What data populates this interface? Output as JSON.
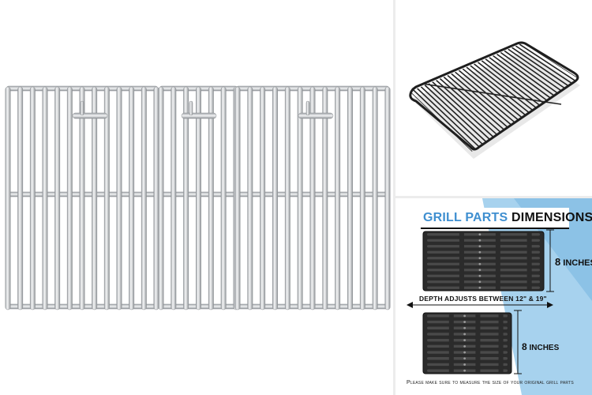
{
  "dimensions_panel": {
    "title_part1": "GRILL PARTS",
    "title_part2": "DIMENSIONS",
    "top_height_value": "8",
    "top_height_unit": "INCHES",
    "depth_note": "DEPTH ADJUSTS BETWEEN 12\" & 19\"",
    "bottom_height_value": "8",
    "bottom_height_unit": "INCHES",
    "footer_note": "Please make sure to measure the size of your original grill parts"
  },
  "colors": {
    "steel": "#c8cacc",
    "cast_iron": "#2a2a2a",
    "accent_blue": "#3f8fd0",
    "light_blue": "#a7d2ee"
  }
}
